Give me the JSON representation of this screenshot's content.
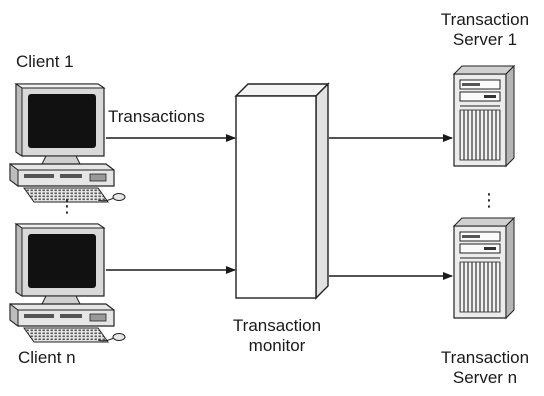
{
  "clients": {
    "first_label": "Client 1",
    "last_label": "Client n",
    "icon": "desktop-computer-icon"
  },
  "flow": {
    "label": "Transactions"
  },
  "monitor": {
    "label_line1": "Transaction",
    "label_line2": "monitor"
  },
  "servers": {
    "first_label_line1": "Transaction",
    "first_label_line2": "Server 1",
    "last_label_line1": "Transaction",
    "last_label_line2": "Server n",
    "icon": "tower-server-icon"
  },
  "ellipsis": "⋮"
}
